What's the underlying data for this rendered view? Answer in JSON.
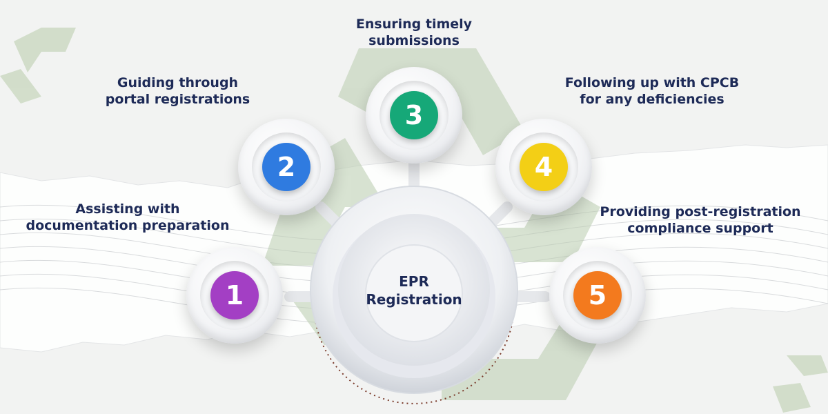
{
  "center": {
    "line1": "EPR",
    "line2": "Registration"
  },
  "steps": [
    {
      "number": "1",
      "line1": "Assisting with",
      "line2": "documentation preparation",
      "color": "#a33fc4"
    },
    {
      "number": "2",
      "line1": "Guiding through",
      "line2": "portal registrations",
      "color": "#2f7be0"
    },
    {
      "number": "3",
      "line1": "Ensuring timely",
      "line2": "submissions",
      "color": "#16a878"
    },
    {
      "number": "4",
      "line1": "Following up with CPCB",
      "line2": "for any deficiencies",
      "color": "#f3cf16"
    },
    {
      "number": "5",
      "line1": "Providing post-registration",
      "line2": "compliance support",
      "color": "#f37a1e"
    }
  ],
  "colors": {
    "text": "#1d2a57",
    "recycle_green": "#b9ccae",
    "dotted_arc": "#7a3a2a"
  }
}
